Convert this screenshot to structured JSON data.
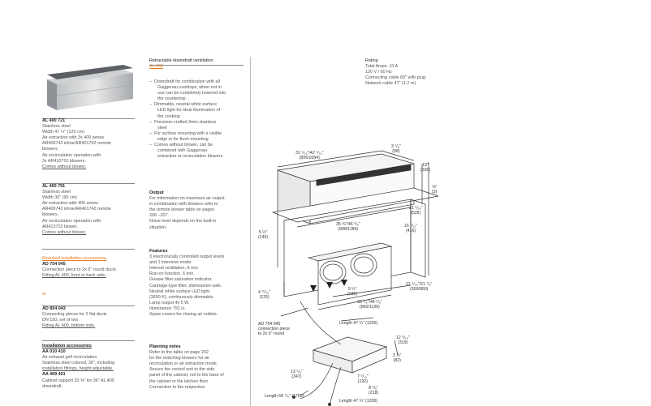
{
  "col1": {
    "m1": {
      "model": "AL 400 721",
      "lines": [
        "Stainless steel",
        "Width 47 ¼\" (120 cm)",
        "Air extraction with 3x 400 series",
        "AR400742 inline/AR401742 remote",
        "blowers.",
        "Air recirculation operation with",
        "3x AR410710 blowers.",
        "Comes without blower."
      ]
    },
    "m2": {
      "model": "AL 400 791",
      "lines": [
        "Stainless steel",
        "Width 36\" (90 cm)",
        "Air extraction with 400 series",
        "AR400742 inline/AR401742 remote",
        "blowers.",
        "Air recirculation operation with",
        "AR413722 blower.",
        "Comes without blower."
      ]
    },
    "req_heading": "Required installation accessories",
    "a1": {
      "code": "AD 754 045",
      "lines": [
        "Connection piece to 2x 6\" round ducts",
        "Fitting AL 400, front or back side."
      ]
    },
    "or": "or",
    "a2": {
      "code": "AD 854 043",
      "lines": [
        "Connecting pieces for 2 flat ducts",
        "DN 150, set of two",
        "Fitting AL 400, bottom side."
      ]
    },
    "inst_heading": "Installation accessories",
    "a3": {
      "code": "AA 010 410",
      "lines": [
        "Air exhaust grill recirculation",
        "Stainless steel colored, 36\", including",
        "installation fittings, height adjustable."
      ]
    },
    "a4": {
      "code": "AA 409 401",
      "lines": [
        "Cabinet support 33 ⅜\" for 36\" AL 400",
        "downdraft."
      ]
    }
  },
  "col2": {
    "title": "Retractable downdraft ventilation",
    "model": "AL 400",
    "dash": "–",
    "bullets": [
      [
        "Downdraft for combination with all",
        "Gaggenau cooktops, when not in",
        "use can be completely lowered into",
        "the countertop"
      ],
      [
        "Dimmable, neutral white surface",
        "LED light for ideal illumination of",
        "the cooktop"
      ],
      [
        "Precision-crafted 3mm stainless",
        "steel"
      ],
      [
        "For surface mounting with a visible",
        "edge or for flush mounting"
      ],
      [
        "Comes without blower, can be",
        "combined with Gaggenau",
        "extraction or recirculation blowers"
      ]
    ],
    "output_heading": "Output",
    "output_lines": [
      "For information on maximum air output",
      "in combination with blowers refer to",
      "the remote blower table on pages",
      "206 –207.",
      "Noise level depends on the built-in",
      "situation."
    ],
    "features_heading": "Features",
    "features_lines": [
      "3 electronically controlled output levels",
      "and 1 intensive mode.",
      "Interval ventilation, 6 min.",
      "Run-on function, 6 min.",
      "Grease filter saturation indicator.",
      "Cartridge-type filter, dishwasher-safe.",
      "Neutral white surface LED light",
      "(3600 K), continuously dimmable.",
      "Lamp output 4x 5 W.",
      "Illuminance 791 lx.",
      "Spare covers for closing air outlets."
    ],
    "planning_heading": "Planning notes",
    "planning_lines": [
      "Refer to the table on page 202",
      "for the matching blowers for air",
      "recirculation or air extraction mode.",
      "Secure the control unit to the side",
      "panel of the cabinet, not to the base of",
      "the cabinet or the kitchen floor.",
      "Connection to the respective"
    ]
  },
  "rating": {
    "heading": "Rating",
    "lines": [
      "Total Amps: 10 A",
      "120 V / 60 Hz",
      "Connecting cable 60\" with plug.",
      "Network cable 47\" (1.2 m)."
    ]
  },
  "dims": {
    "w_top": "31 ⁵/₁₆\"/42 ⁹/₁₆\"",
    "w_top_mm": "(806/1084)",
    "d_top": "3 ⁷/₈\"",
    "d_top_mm": "(98)",
    "h13": "13\"",
    "h13_mm": "(330)",
    "q": "⅛\"",
    "q_mm": "(3)",
    "d21": "21 ⁵/₁₆\"",
    "d21_mm": "(535)",
    "h16": "16 ⁷/₁₆\"",
    "h16_mm": "(416)",
    "w35": "35 ¾\"/46 ⁵/₈\"",
    "w35_mm": "(908/1184)",
    "s5": "5 ½\"",
    "s5_mm": "(140)",
    "s4": "4 ¹⁵/₁₆\"",
    "s4_mm": "(125)",
    "s9": "9 ¼\"",
    "s9_mm": "(235)",
    "w33": "33 ⁷/₈\"/44 ⁵/₈\"",
    "w33_mm": "(860/1136)",
    "d21b": "21 ⁹/₁₆\"/21 ⁷/₈\"",
    "d21b_mm": "(550/860)",
    "ad_label": [
      "AD 754 045",
      "connection piece",
      "to 2x 6\" round"
    ],
    "len1": "Length 47 ¼\" (1200)",
    "c12": "12 ⁹/₁₆\"",
    "c12_mm": "(319)",
    "c3": "3 ¼\"",
    "c3_mm": "(82)",
    "c13": "13 ⁵/₈\"",
    "c13_mm": "(347)",
    "c7": "7 ⁹/₁₆\"",
    "c7_mm": "(192)",
    "c8": "8 ⁵/₈\"",
    "c8_mm": "(218)",
    "len2": "Length 68 ⁷/₈\" (1750)",
    "len3": "Length 47 ¼\" (1200)"
  }
}
